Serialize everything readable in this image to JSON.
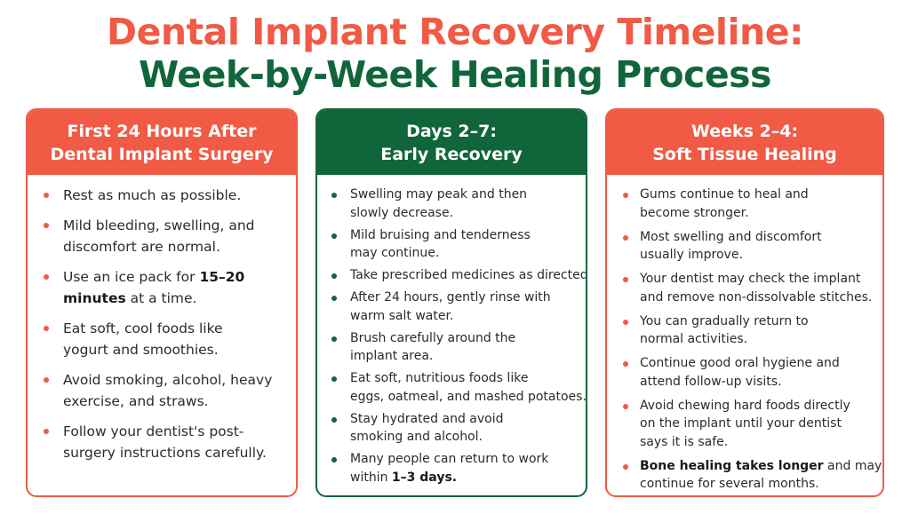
{
  "title": {
    "line1": "Dental Implant Recovery Timeline:",
    "line2": "Week-by-Week Healing Process"
  },
  "colors": {
    "coral": "#f15a45",
    "green": "#10663a"
  },
  "cards": [
    {
      "heading": [
        "First 24 Hours After",
        "Dental Implant Surgery"
      ],
      "items": [
        {
          "lines": [
            "Rest as much as possible."
          ]
        },
        {
          "lines": [
            "Mild bleeding, swelling, and",
            "discomfort are normal."
          ]
        },
        {
          "l1a": "Use an ice pack for ",
          "l1b": "15–20",
          "l2a": "minutes",
          "l2b": " at a time."
        },
        {
          "lines": [
            "Eat soft, cool foods like",
            "yogurt and smoothies."
          ]
        },
        {
          "lines": [
            "Avoid smoking, alcohol, heavy",
            "exercise, and straws."
          ]
        },
        {
          "lines": [
            "Follow your dentist's post-",
            "surgery instructions carefully."
          ]
        }
      ]
    },
    {
      "heading": [
        "Days 2–7:",
        "Early Recovery"
      ],
      "items": [
        {
          "lines": [
            "Swelling may peak and then",
            "slowly decrease."
          ]
        },
        {
          "lines": [
            "Mild bruising and tenderness",
            "may continue."
          ]
        },
        {
          "lines": [
            "Take prescribed medicines as directed."
          ]
        },
        {
          "lines": [
            "After 24 hours, gently rinse with",
            "warm salt water."
          ]
        },
        {
          "lines": [
            "Brush carefully around the",
            "implant area."
          ]
        },
        {
          "lines": [
            "Eat soft, nutritious foods like",
            "eggs, oatmeal, and mashed potatoes."
          ]
        },
        {
          "lines": [
            "Stay hydrated and avoid",
            "smoking and alcohol."
          ]
        },
        {
          "l1": "Many people can return to work",
          "l2a": "within ",
          "l2b": "1–3 days."
        }
      ]
    },
    {
      "heading": [
        "Weeks 2–4:",
        "Soft Tissue Healing"
      ],
      "items": [
        {
          "lines": [
            "Gums continue to heal and",
            "become stronger."
          ]
        },
        {
          "lines": [
            "Most swelling and discomfort",
            "usually improve."
          ]
        },
        {
          "lines": [
            "Your dentist may check the implant",
            "and remove non-dissolvable stitches."
          ]
        },
        {
          "lines": [
            "You can gradually return to",
            "normal activities."
          ]
        },
        {
          "lines": [
            "Continue good oral hygiene and",
            "attend follow-up visits."
          ]
        },
        {
          "lines": [
            "Avoid chewing hard foods directly",
            "on the implant until your dentist",
            "says it is safe."
          ]
        },
        {
          "l1a": "Bone healing takes longer",
          "l1b": " and may",
          "l2": "continue for several months."
        }
      ]
    }
  ]
}
